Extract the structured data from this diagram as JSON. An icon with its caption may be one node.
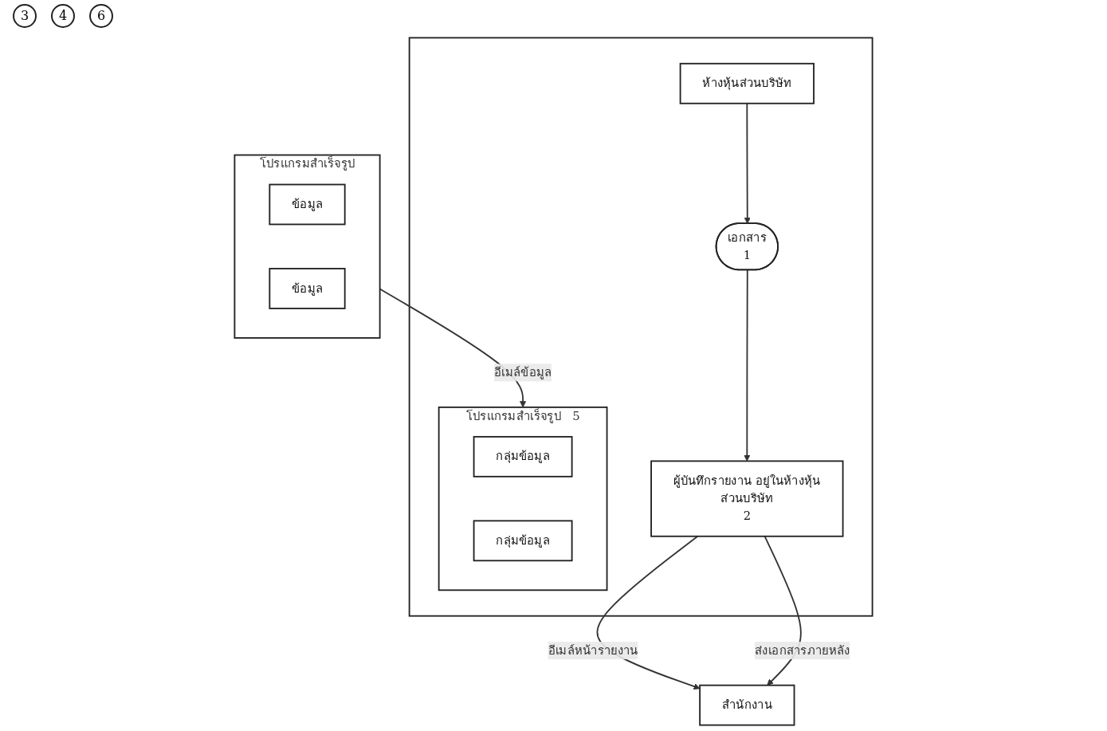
{
  "diagram": {
    "nodes": [
      {
        "text": [],
        "shape": "box"
      },
      {
        "text": [
          "ห้างหุ้นส่วนบริษัท"
        ],
        "in": 0
      },
      {
        "text": [
          "โปรแกรมสำเร็จรูป",
          "5"
        ],
        "in": 0
      },
      {
        "text": [
          "กลุ่มข้อมูล"
        ],
        "in": 2
      },
      {
        "text": [
          "กลุ่มข้อมูล"
        ],
        "in": 2
      },
      {
        "text": [
          "เอกสาร",
          "1"
        ],
        "in": 0
      },
      {
        "text": [
          "ผู้บันทึกรายงาน อยู่ในห้างหุ้นส่วนบริษัท",
          "2"
        ],
        "in": 0
      },
      {
        "text": [
          "สำนักงาน"
        ]
      },
      {
        "text": [
          "โปรแกรมสำเร็จรูป"
        ]
      },
      {
        "text": [
          "ข้อมูล"
        ],
        "in": 8
      },
      {
        "text": [
          "ข้อมูล"
        ],
        "in": 8
      }
    ],
    "edges": [
      {
        "from": 1,
        "to": 5,
        "arrow": "to"
      },
      {
        "from": 5,
        "to": 6,
        "arrow": "to"
      },
      {
        "from": 6,
        "to": 7,
        "arrow": "to",
        "label": "อีเมล์หน้ารายงาน"
      },
      {
        "from": 8,
        "to": 2,
        "arrow": "to",
        "label": "อีเมล์ข้อมูล"
      },
      {
        "from": 6,
        "to": 7,
        "arrow": "to",
        "label": "ส่งเอกสารภายหลัง"
      }
    ],
    "labels": [
      "3",
      "4",
      "6"
    ]
  }
}
